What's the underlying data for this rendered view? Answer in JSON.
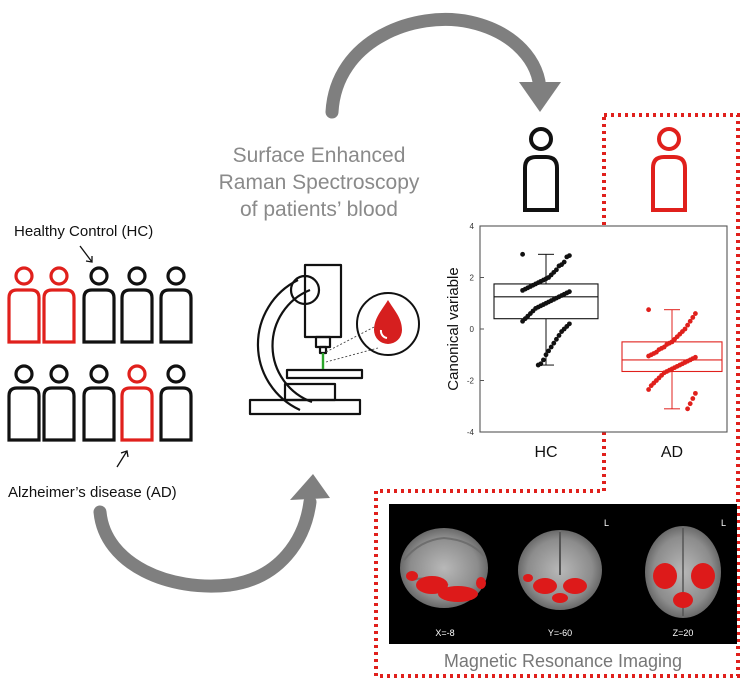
{
  "title_lines": [
    "Surface Enhanced",
    "Raman Spectroscopy",
    "of patients’ blood"
  ],
  "labels": {
    "hc": "Healthy Control (HC)",
    "ad": "Alzheimer’s disease (AD)",
    "mri": "Magnetic Resonance Imaging"
  },
  "colors": {
    "hc": "#111111",
    "ad": "#e0201c",
    "arrow": "#7f7f7f",
    "title": "#8a8a8a",
    "blood": "#d61f1f",
    "dotted_frame": "#e0201c",
    "mri_background": "#000000"
  },
  "crowd": [
    [
      "ad",
      "ad",
      "hc",
      "hc",
      "hc"
    ],
    [
      "hc",
      "hc",
      "hc",
      "ad",
      "hc"
    ]
  ],
  "chart_data": {
    "type": "box",
    "ylabel": "Canonical variable",
    "ylim": [
      -4,
      4
    ],
    "yticks": [
      "4",
      "2",
      "0",
      "-2",
      "-4"
    ],
    "ytick_values": [
      4,
      2,
      0,
      -2,
      -4
    ],
    "categories": [
      "HC",
      "AD"
    ],
    "boxes": [
      {
        "name": "HC",
        "color": "#111111",
        "q1": 0.4,
        "median": 1.25,
        "q3": 1.75,
        "whisker_low": -1.4,
        "whisker_high": 2.9,
        "points": [
          2.9,
          2.85,
          2.8,
          2.6,
          2.5,
          2.45,
          2.3,
          2.2,
          2.1,
          2.0,
          1.95,
          1.9,
          1.85,
          1.8,
          1.75,
          1.7,
          1.65,
          1.6,
          1.55,
          1.5,
          1.45,
          1.4,
          1.35,
          1.3,
          1.25,
          1.2,
          1.15,
          1.1,
          1.05,
          1.0,
          0.95,
          0.9,
          0.85,
          0.8,
          0.7,
          0.6,
          0.5,
          0.4,
          0.3,
          0.2,
          0.1,
          0.0,
          -0.1,
          -0.25,
          -0.4,
          -0.55,
          -0.7,
          -0.85,
          -1.0,
          -1.2,
          -1.35,
          -1.4
        ]
      },
      {
        "name": "AD",
        "color": "#e0201c",
        "q1": -1.65,
        "median": -1.2,
        "q3": -0.5,
        "whisker_low": -3.1,
        "whisker_high": 0.75,
        "points": [
          0.75,
          0.6,
          0.45,
          0.3,
          0.15,
          0.0,
          -0.1,
          -0.2,
          -0.3,
          -0.4,
          -0.5,
          -0.55,
          -0.6,
          -0.7,
          -0.75,
          -0.8,
          -0.9,
          -0.95,
          -1.0,
          -1.05,
          -1.1,
          -1.15,
          -1.2,
          -1.25,
          -1.3,
          -1.35,
          -1.4,
          -1.45,
          -1.5,
          -1.55,
          -1.6,
          -1.65,
          -1.7,
          -1.8,
          -1.9,
          -2.0,
          -2.1,
          -2.2,
          -2.35,
          -2.5,
          -2.7,
          -2.9,
          -3.1
        ]
      }
    ]
  },
  "mri_panels": [
    {
      "label": "X=-8",
      "orientation_mark": ""
    },
    {
      "label": "Y=-60",
      "orientation_mark": "L"
    },
    {
      "label": "Z=20",
      "orientation_mark": "L"
    }
  ]
}
